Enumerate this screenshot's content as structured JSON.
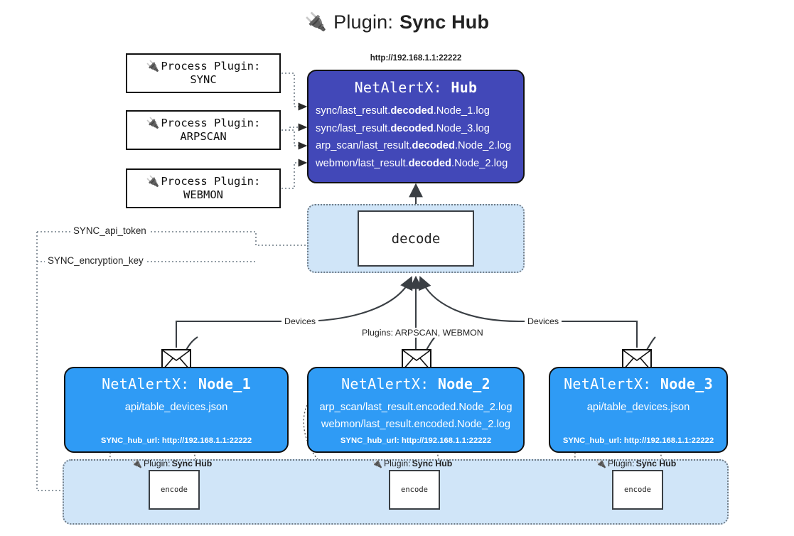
{
  "title": {
    "icon": "plug-icon",
    "lead": "Plugin:",
    "strong": "Sync Hub"
  },
  "process_plugins": [
    {
      "icon": "plug-icon",
      "line1": "Process Plugin:",
      "line2": "SYNC"
    },
    {
      "icon": "plug-icon",
      "line1": "Process Plugin:",
      "line2": "ARPSCAN"
    },
    {
      "icon": "plug-icon",
      "line1": "Process Plugin:",
      "line2": "WEBMON"
    }
  ],
  "hub": {
    "url": "http://192.168.1.1:22222",
    "name_prefix": "NetAlertX:",
    "name": "Hub",
    "logs": [
      {
        "pre": "sync/last_result.",
        "mid": "decoded",
        "post": ".Node_1.log"
      },
      {
        "pre": "sync/last_result.",
        "mid": "decoded",
        "post": ".Node_3.log"
      },
      {
        "pre": "arp_scan/last_result.",
        "mid": "decoded",
        "post": ".Node_2.log"
      },
      {
        "pre": "webmon/last_result.",
        "mid": "decoded",
        "post": ".Node_2.log"
      }
    ]
  },
  "decode": {
    "label": "decode"
  },
  "keys": {
    "api_token": "SYNC_api_token",
    "encryption_key": "SYNC_encryption_key"
  },
  "edge_labels": {
    "devices_left": "Devices",
    "devices_right": "Devices",
    "plugins_center": "Plugins: ARPSCAN, WEBMON"
  },
  "nodes": [
    {
      "name_prefix": "NetAlertX:",
      "name": "Node_1",
      "lines": [
        "api/table_devices.json"
      ],
      "footer": "SYNC_hub_url: http://192.168.1.1:22222",
      "icon": "envelope-icon"
    },
    {
      "name_prefix": "NetAlertX:",
      "name": "Node_2",
      "lines": [
        "arp_scan/last_result.encoded.Node_2.log",
        "webmon/last_result.encoded.Node_2.log"
      ],
      "footer": "SYNC_hub_url: http://192.168.1.1:22222",
      "icon": "envelope-icon"
    },
    {
      "name_prefix": "NetAlertX:",
      "name": "Node_3",
      "lines": [
        "api/table_devices.json"
      ],
      "footer": "SYNC_hub_url: http://192.168.1.1:22222",
      "icon": "envelope-icon"
    }
  ],
  "encoders": [
    {
      "icon": "plug-icon",
      "label_lead": "Plugin:",
      "label_strong": "Sync Hub",
      "box": "encode"
    },
    {
      "icon": "plug-icon",
      "label_lead": "Plugin:",
      "label_strong": "Sync Hub",
      "box": "encode"
    },
    {
      "icon": "plug-icon",
      "label_lead": "Plugin:",
      "label_strong": "Sync Hub",
      "box": "encode"
    }
  ],
  "colors": {
    "hub_fill": "#4248b8",
    "node_fill": "#2f9bf5",
    "container_fill": "#d0e5f8",
    "stroke": "#111111",
    "dotted_stroke": "#6f7b86",
    "background": "#ffffff"
  }
}
